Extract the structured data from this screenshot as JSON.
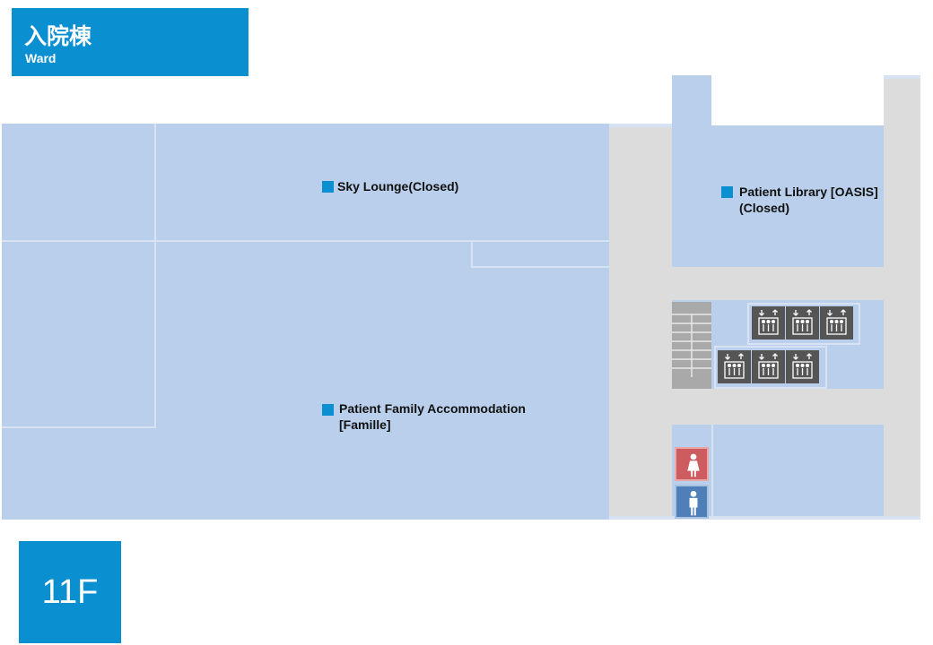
{
  "header": {
    "title_ja": "入院棟",
    "title_en": "Ward"
  },
  "floor": {
    "label": "11F"
  },
  "rooms": {
    "sky_lounge": "Sky Lounge(Closed)",
    "library_line1": "Patient Library [OASIS]",
    "library_line2": "(Closed)",
    "family_line1": "Patient Family Accommodation",
    "family_line2": "[Famille]"
  },
  "icons": {
    "elevator": "elevator-icon",
    "restroom_women": "female-restroom-icon",
    "restroom_men": "male-restroom-icon",
    "stairs": "stairs-icon"
  },
  "colors": {
    "accent": "#0a8fd1",
    "room_fill": "#b9cfeb",
    "corridor": "#dcdcdc",
    "elevator": "#555555",
    "restroom_women": "#cc5c5f",
    "restroom_men": "#4f7fb8"
  }
}
